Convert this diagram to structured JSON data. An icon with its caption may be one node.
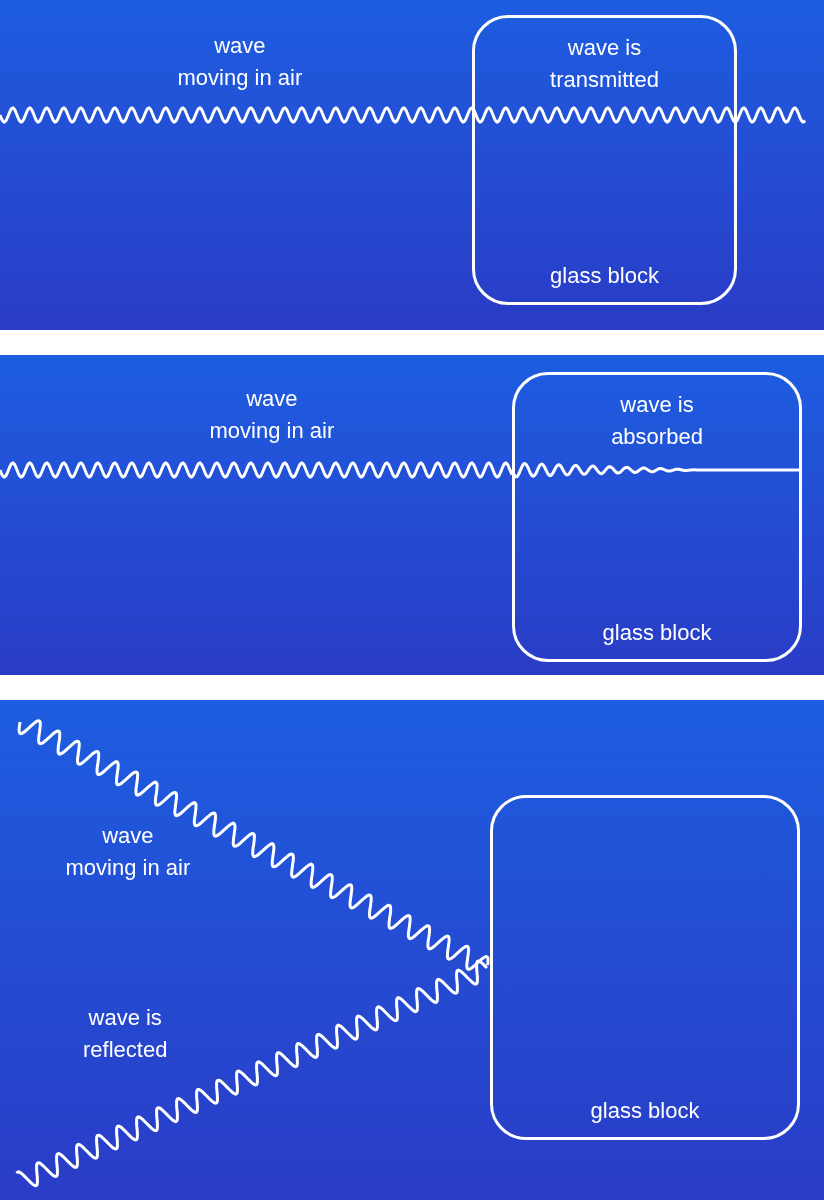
{
  "diagram": {
    "nodes": [
      {
        "text": [
          "wave is transmitted",
          "glass block"
        ]
      },
      {
        "text": [
          "wave is absorbed",
          "glass block"
        ]
      },
      {
        "text": [
          "glass block"
        ]
      }
    ],
    "labels": [
      "wave moving in air",
      "wave moving in air",
      "wave moving in air",
      "wave is reflected"
    ]
  }
}
